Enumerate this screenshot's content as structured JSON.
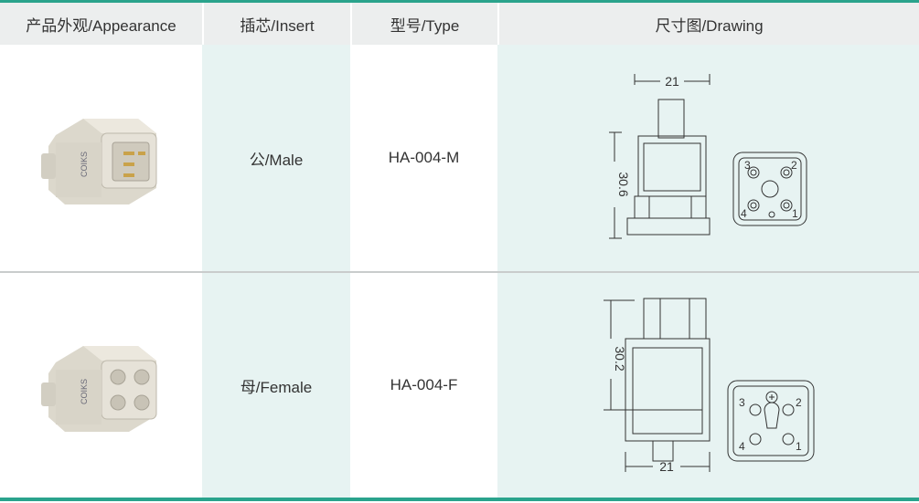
{
  "header": {
    "appearance": "产品外观/Appearance",
    "insert": "插芯/Insert",
    "type": "型号/Type",
    "drawing": "尺寸图/Drawing"
  },
  "rows": [
    {
      "insert": "公/Male",
      "type": "HA-004-M",
      "drawing": {
        "width_dim": "21",
        "height_dim": "30.6",
        "pins": [
          "1",
          "2",
          "3",
          "4"
        ]
      },
      "product_print": "COIKS"
    },
    {
      "insert": "母/Female",
      "type": "HA-004-F",
      "drawing": {
        "width_dim": "21",
        "height_dim": "30.2",
        "pins": [
          "1",
          "2",
          "3",
          "4"
        ]
      },
      "product_print": "COIKS"
    }
  ],
  "colors": {
    "accent": "#2aa38c",
    "header_bg": "#eceeee",
    "tint_bg": "#e7f3f2"
  }
}
